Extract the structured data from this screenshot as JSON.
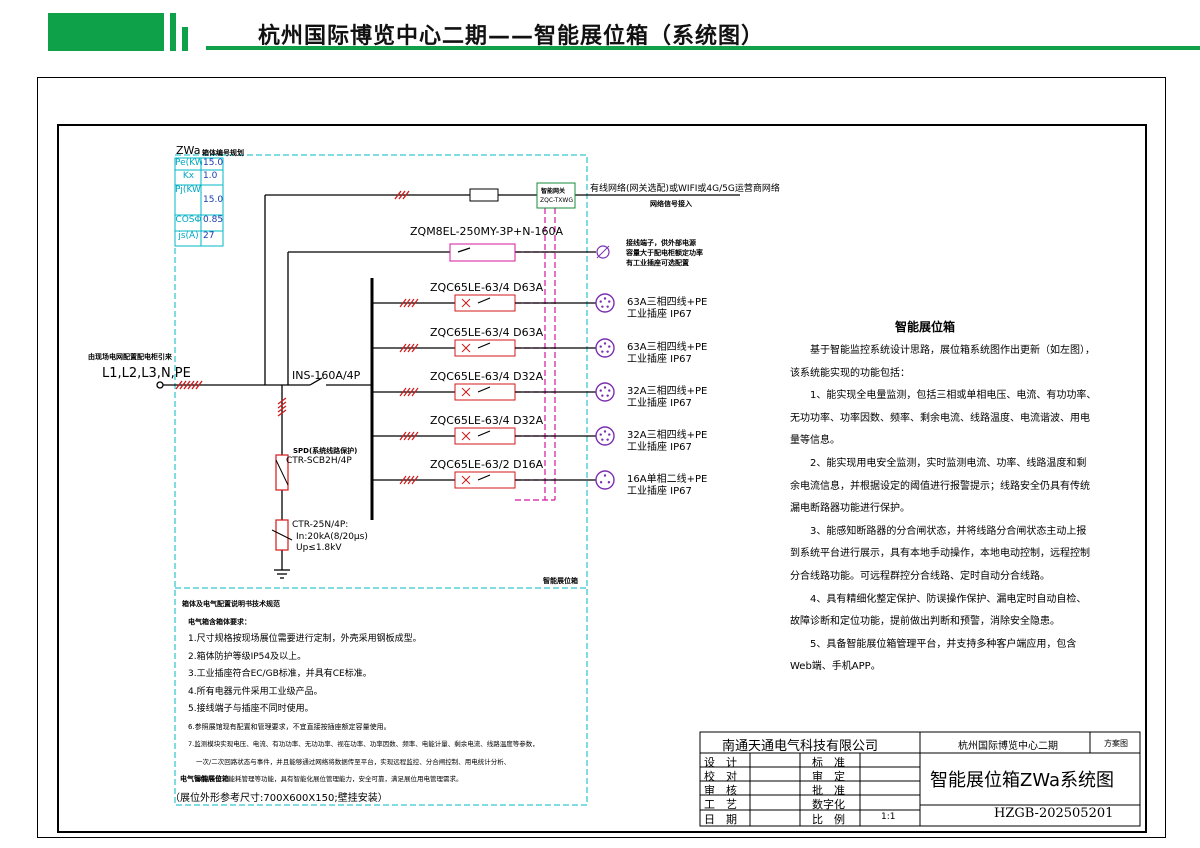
{
  "header": {
    "title": "杭州国际博览中心二期——智能展位箱（系统图）"
  },
  "params": {
    "box_name": "ZWa",
    "box_sub": "箱体编号规划",
    "rows": [
      {
        "label": "Pe(KW)",
        "value": "15.0"
      },
      {
        "label": "Kx",
        "value": "1.0"
      },
      {
        "label": "Pj(KW)",
        "value": "15.0"
      },
      {
        "label": "COSΦ",
        "value": "0.85"
      },
      {
        "label": "js(A)",
        "value": "27"
      }
    ]
  },
  "incoming": {
    "note": "由现场电网配置配电柜引来",
    "phases": "L1,L2,L3,N,PE",
    "main_breaker": "INS-160A/4P",
    "spd": "SPD(系统线路保护)",
    "spd_model": "CTR-SCB2H/4P",
    "arrester_model": "CTR-25N/4P:",
    "arrester_in": "In:20kA(8/20μs)",
    "arrester_up": "Up≤1.8kV"
  },
  "gateway": {
    "label1": "智能网关",
    "label2": "ZQC-TXWG",
    "net_text": "有线网络(网关选配)或WIFI或4G/5G运营商网络",
    "net_text2": "网络信号接入"
  },
  "feeders": {
    "top_breaker": "ZQM8EL-250MY-3P+N-160A",
    "top_note1": "接线端子，供外部电源",
    "top_note2": "容量大于配电柜额定功率",
    "top_note3": "有工业插座可选配置",
    "items": [
      {
        "breaker": "ZQC65LE-63/4 D63A",
        "socket": "63A三相四线+PE",
        "ip": "工业插座 IP67"
      },
      {
        "breaker": "ZQC65LE-63/4 D63A",
        "socket": "63A三相四线+PE",
        "ip": "工业插座 IP67"
      },
      {
        "breaker": "ZQC65LE-63/4 D32A",
        "socket": "32A三相四线+PE",
        "ip": "工业插座 IP67"
      },
      {
        "breaker": "ZQC65LE-63/4 D32A",
        "socket": "32A三相四线+PE",
        "ip": "工业插座 IP67"
      },
      {
        "breaker": "ZQC65LE-63/2 D16A",
        "socket": "16A单相二线+PE",
        "ip": "工业插座 IP67"
      }
    ],
    "box_label": "智能展位箱"
  },
  "notes": {
    "lines": [
      "箱体及电气配置说明书技术规范",
      "电气箱含箱体要求：",
      "1.尺寸规格按现场展位需要进行定制，外壳采用钢板成型。",
      "2.箱体防护等级IP54及以上。",
      "3.工业插座符合EC/GB标准，并具有CE标准。",
      "4.所有电器元件采用工业级产品。",
      "5.接线端子与插座不同时使用。",
      "6.参照展馆现有配置和管理要求，不宜直接按插座额定容量使用。",
      "7.监测模块实现电压、电流、有功功率、无功功率、视在功率、功率因数、频率、电能计量、剩余电流、线路温度等参数，",
      "一次/二次回路状态与事件，并且能够通过网络将数据传至平台，实现远程监控、分合闸控制、用电统计分析、",
      "故障告警、能耗管理等功能，具有智能化展位管理能力，安全可靠，满足展位用电管理需求。"
    ],
    "size_label": "电气智能展位箱",
    "size_text": "（展位外形参考尺寸:700X600X150;壁挂安装）"
  },
  "description": {
    "title": "智能展位箱",
    "lines": [
      "基于智能监控系统设计思路，展位箱系统图作出更新（如左图），",
      "该系统能实现的功能包括：",
      "1、能实现全电量监测，包括三相或单相电压、电流、有功功率、",
      "无功功率、功率因数、频率、剩余电流、线路温度、电流谐波、用电",
      "量等信息。",
      "2、能实现用电安全监测，实时监测电流、功率、线路温度和剩",
      "余电流信息，并根据设定的阈值进行报警提示；线路安全仍具有传统",
      "漏电断路器功能进行保护。",
      "3、能感知断路器的分合闸状态，并将线路分合闸状态主动上报",
      "到系统平台进行展示，具有本地手动操作，本地电动控制，远程控制",
      "分合线路功能。可远程群控分合线路、定时自动分合线路。",
      "4、具有精细化整定保护、防误操作保护、漏电定时自动自检、",
      "故障诊断和定位功能，提前做出判断和预警，消除安全隐患。",
      "5、具备智能展位箱管理平台，并支持多种客户端应用，包含",
      "Web端、手机APP。"
    ]
  },
  "title_block": {
    "company": "南通天通电气科技有限公司",
    "project": "杭州国际博览中心二期",
    "stage": "方案图",
    "left_labels": [
      "设　计",
      "校　对",
      "审　核",
      "工　艺",
      "日　期"
    ],
    "mid_labels": [
      "标　准",
      "审　定",
      "批　准",
      "数字化",
      "比　例"
    ],
    "scale": "1:1",
    "drawing_title": "智能展位箱ZWa系统图",
    "drawing_no": "HZGB-202505201"
  }
}
